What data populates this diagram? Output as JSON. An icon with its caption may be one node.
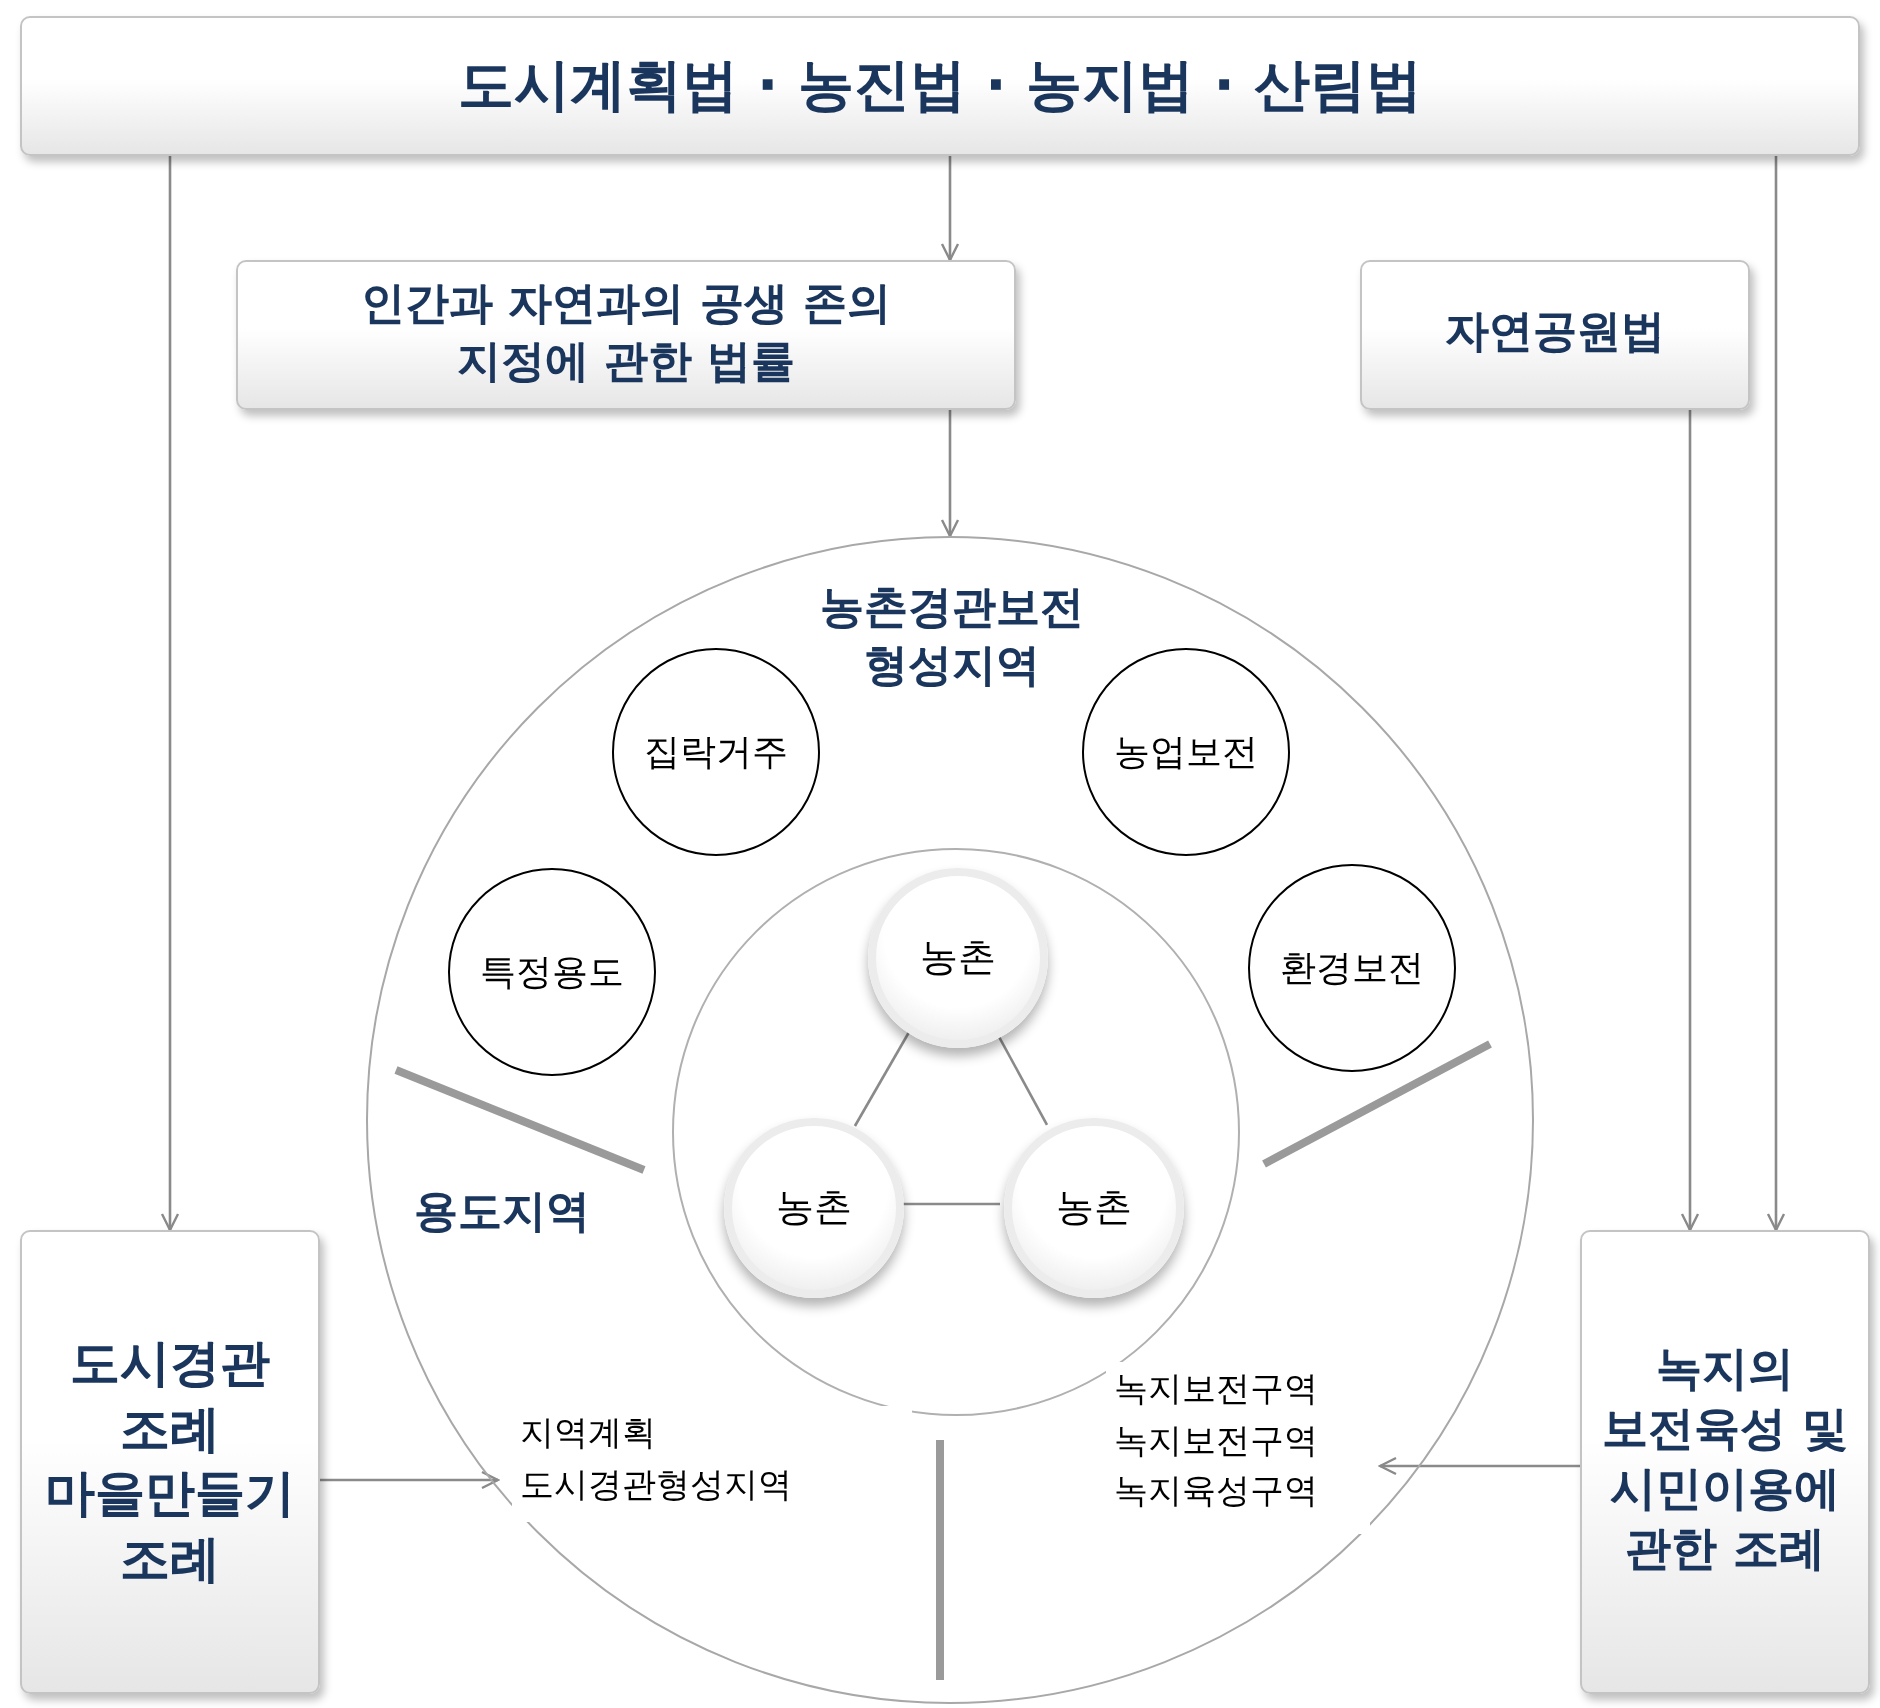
{
  "diagram": {
    "nodes": [
      {
        "text": [
          "도시계획법 · 농진법 · 농지법 · 산림법"
        ]
      },
      {
        "text": [
          "인간과 자연과의 공생 존의 지정에 관한 법률"
        ]
      },
      {
        "text": [
          "자연공원법"
        ]
      },
      {
        "text": [
          "농촌경관보전 형성지역",
          "용도지역"
        ]
      },
      {
        "text": [
          "집락거주"
        ],
        "in": 3
      },
      {
        "text": [
          "농업보전"
        ],
        "in": 3
      },
      {
        "text": [
          "특정용도"
        ],
        "in": 3
      },
      {
        "text": [
          "환경보전"
        ],
        "in": 3
      },
      {
        "text": [],
        "shape": "circle",
        "in": 3
      },
      {
        "text": [
          "농촌"
        ],
        "in": 8
      },
      {
        "text": [
          "농촌"
        ],
        "in": 8
      },
      {
        "text": [
          "농촌"
        ],
        "in": 8
      },
      {
        "text": [
          "지역계획",
          "도시경관형성지역"
        ],
        "in": 3
      },
      {
        "text": [
          "녹지보전구역",
          "녹지보전구역",
          "녹지육성구역"
        ],
        "in": 3
      },
      {
        "text": [
          "도시경관 조례",
          "마을만들기 조례"
        ]
      },
      {
        "text": [
          "녹지의 보전육성 및 시민이용에 관한 조례"
        ]
      }
    ],
    "edges": [
      {
        "from": 0,
        "to": 1,
        "arrow": "to"
      },
      {
        "from": 1,
        "to": 3,
        "arrow": "to"
      },
      {
        "from": 0,
        "to": 14,
        "arrow": "to"
      },
      {
        "from": 0,
        "to": 15,
        "arrow": "to"
      },
      {
        "from": 2,
        "to": 15,
        "arrow": "to"
      },
      {
        "from": 14,
        "to": 12,
        "arrow": "to"
      },
      {
        "from": 15,
        "to": 13,
        "arrow": "to"
      },
      {
        "from": 9,
        "to": 10,
        "arrow": "none"
      },
      {
        "from": 9,
        "to": 11,
        "arrow": "none"
      },
      {
        "from": 10,
        "to": 11,
        "arrow": "none"
      }
    ]
  }
}
